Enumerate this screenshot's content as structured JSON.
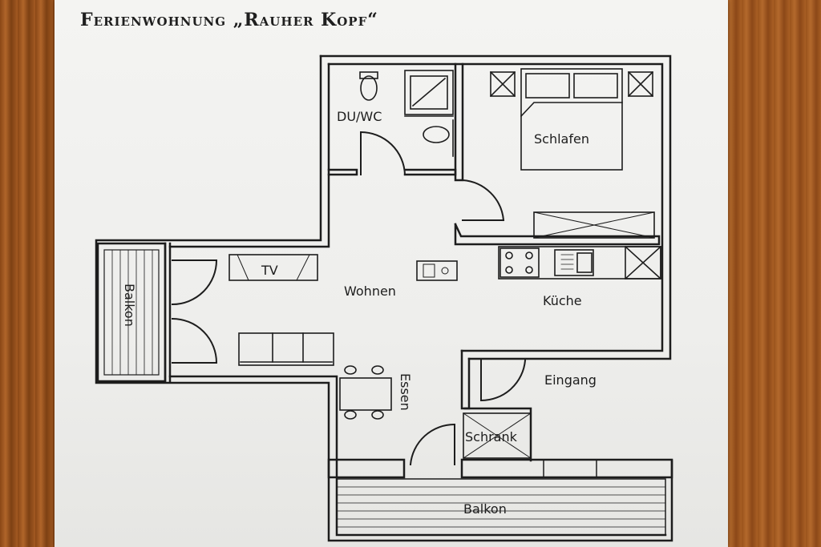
{
  "title": "Ferienwohnung „Rauher Kopf“",
  "rooms": {
    "du_wc": "DU/WC",
    "schlafen": "Schlafen",
    "tv": "TV",
    "wohnen": "Wohnen",
    "kueche": "Küche",
    "balkon_left": "Balkon",
    "eingang": "Eingang",
    "essen": "Essen",
    "schrank": "Schrank",
    "balkon_bottom": "Balkon"
  },
  "colors": {
    "ink": "#1d1d1d",
    "paper": "#f1f1ef",
    "wood": "#9a531c"
  }
}
